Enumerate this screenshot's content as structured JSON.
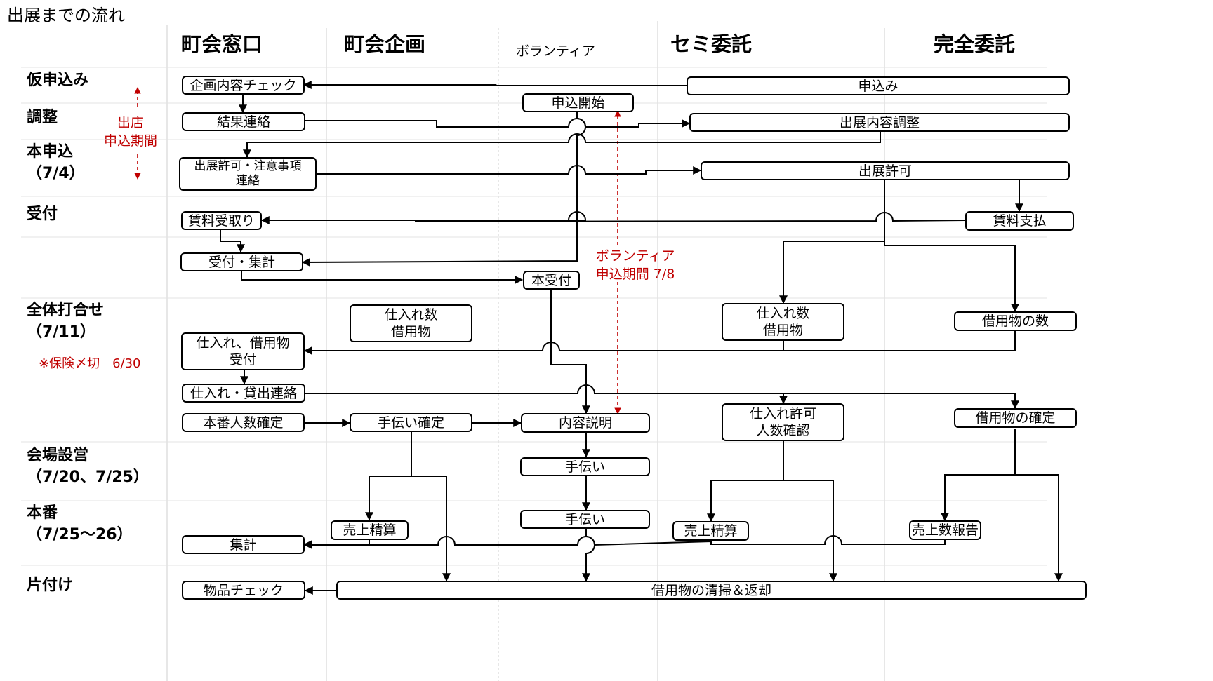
{
  "page_title": "出展までの流れ",
  "columns": {
    "c1": "町会窓口",
    "c2": "町会企画",
    "c2_sub": "ボランティア",
    "c3": "セミ委託",
    "c4": "完全委託"
  },
  "rows": {
    "r1": "仮申込み",
    "r2": "調整",
    "r3": "本申込\n（7/4）",
    "r4": "受付",
    "r5": "全体打合せ\n（7/11）",
    "r6": "会場設営\n（7/20、7/25）",
    "r7": "本番\n（7/25～26）",
    "r8": "片付け"
  },
  "notes": {
    "shop_period": "出店\n申込期間",
    "volunteer_period": "ボランティア\n申込期間 7/8",
    "insurance": "※保険〆切　6/30"
  },
  "boxes": {
    "b1": "企画内容チェック",
    "b2": "結果連絡",
    "b3": "出展許可・注意事項\n連絡",
    "b4": "賃料受取り",
    "b5": "受付・集計",
    "b6": "仕入れ、借用物\n受付",
    "b7": "仕入れ・貸出連絡",
    "b8": "本番人数確定",
    "b9": "集計",
    "b10": "物品チェック",
    "b11": "仕入れ数\n借用物",
    "b12": "手伝い確定",
    "b13": "売上精算",
    "b14": "申込開始",
    "b15": "本受付",
    "b16": "内容説明",
    "b17": "手伝い",
    "b18": "手伝い",
    "b19": "申込み",
    "b20": "出展内容調整",
    "b21": "出展許可",
    "b22": "仕入れ数\n借用物",
    "b23": "仕入れ許可\n人数確認",
    "b24": "売上精算",
    "b25": "賃料支払",
    "b26": "借用物の数",
    "b27": "借用物の確定",
    "b28": "売上数報告",
    "b29": "借用物の清掃＆返却"
  },
  "colors": {
    "line": "#000000",
    "accent_red": "#c00000",
    "separator": "#cfcfcf"
  }
}
